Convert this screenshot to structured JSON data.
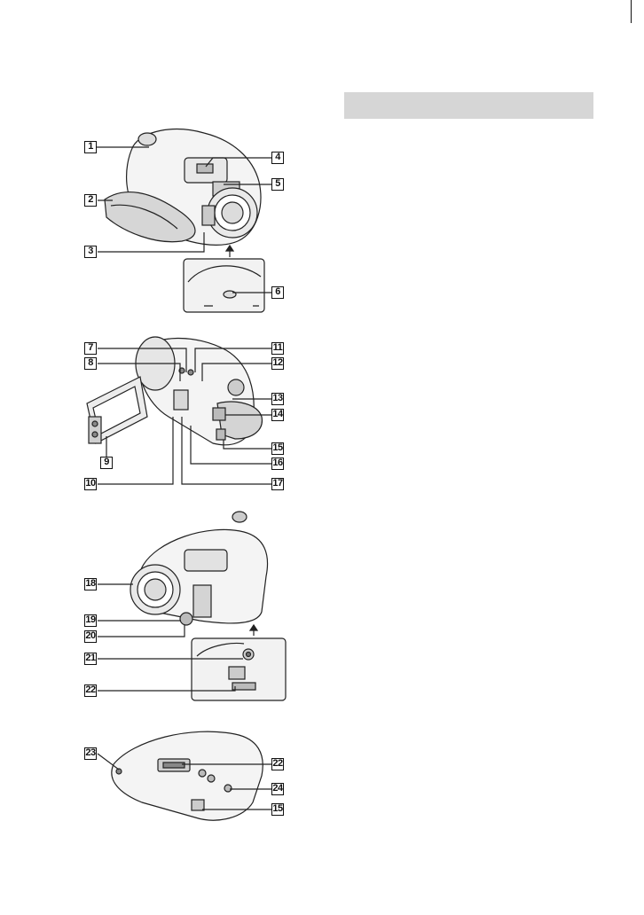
{
  "section_header": {
    "text": ""
  },
  "figures": [
    {
      "callouts": [
        "1",
        "2",
        "3",
        "4",
        "5",
        "6"
      ]
    },
    {
      "callouts": [
        "7",
        "8",
        "9",
        "10",
        "11",
        "12",
        "13",
        "14",
        "15",
        "16",
        "17"
      ]
    },
    {
      "callouts": [
        "18",
        "19",
        "20",
        "21",
        "22"
      ]
    },
    {
      "callouts": [
        "23",
        "22",
        "24",
        "15"
      ]
    }
  ]
}
